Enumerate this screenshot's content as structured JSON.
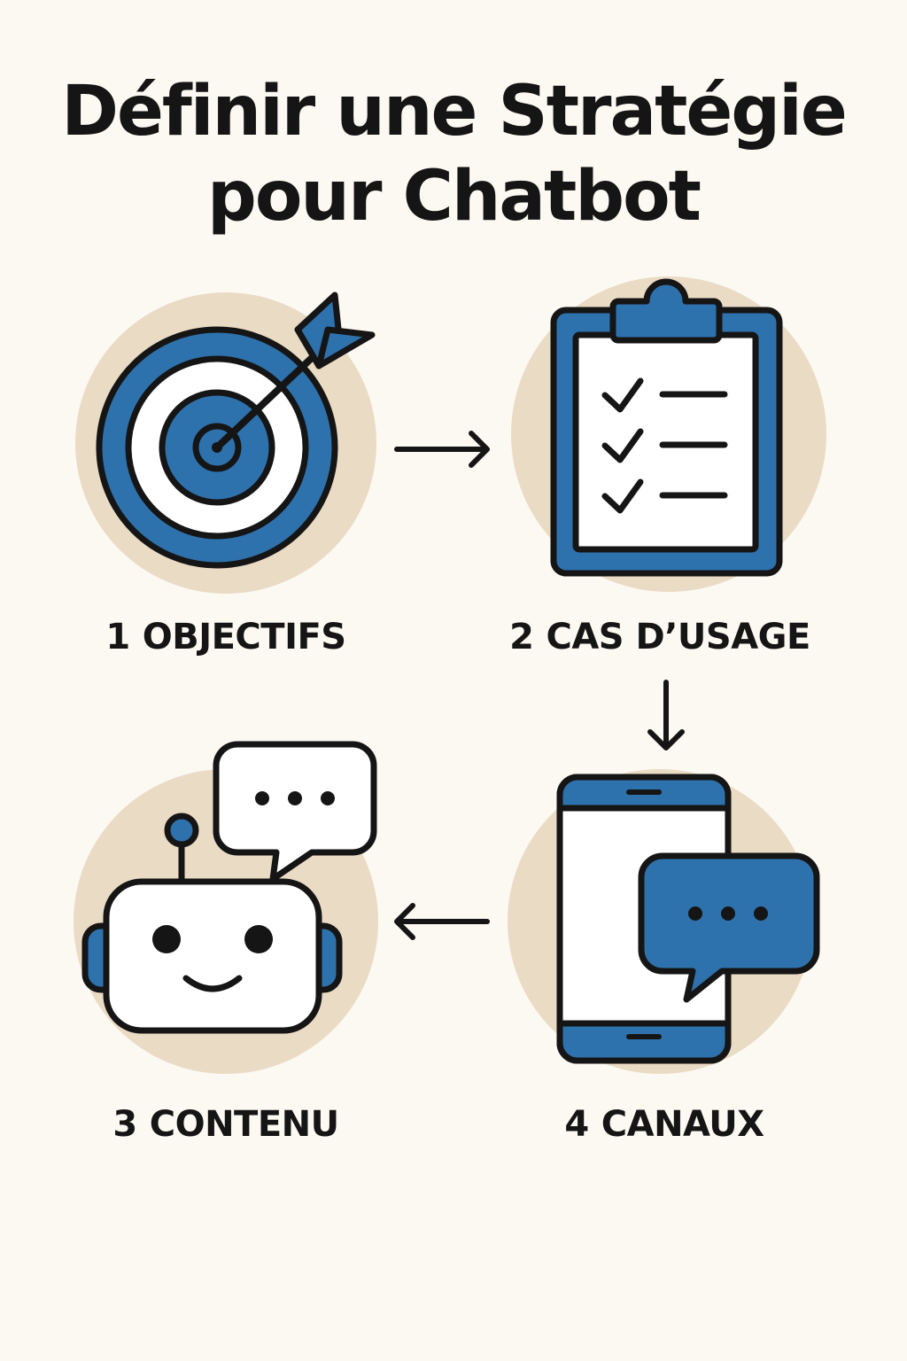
{
  "title": {
    "line1": "Définir une Stratégie",
    "line2": "pour Chatbot"
  },
  "steps": [
    {
      "number": "1",
      "label": "OBJECTIFS",
      "icon": "target-icon"
    },
    {
      "number": "2",
      "label": "CAS D’USAGE",
      "icon": "clipboard-checklist-icon"
    },
    {
      "number": "3",
      "label": "CONTENU",
      "icon": "robot-chat-icon"
    },
    {
      "number": "4",
      "label": "CANAUX",
      "icon": "smartphone-chat-icon"
    }
  ],
  "colors": {
    "background": "#fcf9f2",
    "circle": "#eadbc4",
    "accent": "#2e72ad",
    "outline": "#151515"
  }
}
